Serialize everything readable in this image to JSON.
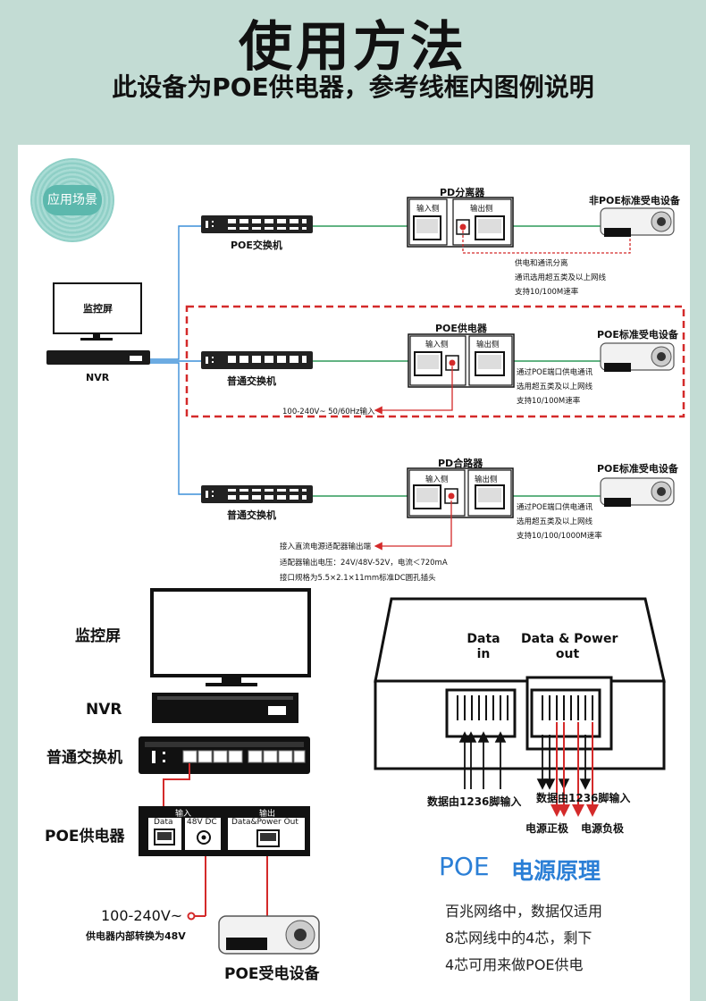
{
  "header": {
    "title": "使用方法",
    "subtitle": "此设备为POE供电器，参考线框内图例说明"
  },
  "badge": "应用场景",
  "top_diagram": {
    "monitor": "监控屏",
    "nvr": "NVR",
    "row1": {
      "switch": "POE交换机",
      "device_title": "PD分离器",
      "port_in": "输入侧",
      "port_out": "输出侧",
      "camera": "非POE标准受电设备",
      "notes": [
        "供电和通讯分离",
        "通讯选用超五类及以上网线",
        "支持10/100M速率"
      ]
    },
    "row2": {
      "switch": "普通交换机",
      "device_title": "POE供电器",
      "port_in": "输入侧",
      "port_out": "输出侧",
      "camera": "POE标准受电设备",
      "notes": [
        "通过POE端口供电通讯",
        "选用超五类及以上网线",
        "支持10/100M速率"
      ],
      "power": "100-240V~ 50/60Hz输入"
    },
    "row3": {
      "switch": "普通交换机",
      "device_title": "PD合路器",
      "port_in": "输入侧",
      "port_out": "输出侧",
      "camera": "POE标准受电设备",
      "notes": [
        "通过POE端口供电通讯",
        "选用超五类及以上网线",
        "支持10/100/1000M速率"
      ],
      "adapter_notes": [
        "接入直流电源适配器输出端",
        "适配器输出电压：24V/48V-52V，电流＜720mA",
        "接口规格为5.5×2.1×11mm标准DC圆孔插头"
      ]
    }
  },
  "bottom_left": {
    "monitor": "监控屏",
    "nvr": "NVR",
    "switch": "普通交换机",
    "injector": "POE供电器",
    "in_label": "输入",
    "out_label": "输出",
    "data_label": "Data",
    "dc_label": "48V DC",
    "dp_label": "Data&Power Out",
    "power_text": "100-240V~",
    "power_sub": "供电器内部转换为48V",
    "camera": "POE受电设备"
  },
  "bottom_right": {
    "data_in": [
      "Data",
      "in"
    ],
    "dp_out": [
      "Data & Power",
      "out"
    ],
    "pins_left": "数据由1236脚输入",
    "pins_right": "数据由1236脚输入",
    "pos": "电源正极",
    "neg": "电源负极",
    "principle_en": "POE",
    "principle_cn": "电源原理",
    "desc": [
      "百兆网络中，数据仅适用",
      "8芯网线中的4芯，剩下",
      "4芯可用来做POE供电"
    ]
  },
  "colors": {
    "bg": "#c3dcd4",
    "teal": "#45b3a6",
    "dash": "#d42a2a",
    "line_blue": "#3b8fd8",
    "line_green": "#2f9a5a"
  }
}
